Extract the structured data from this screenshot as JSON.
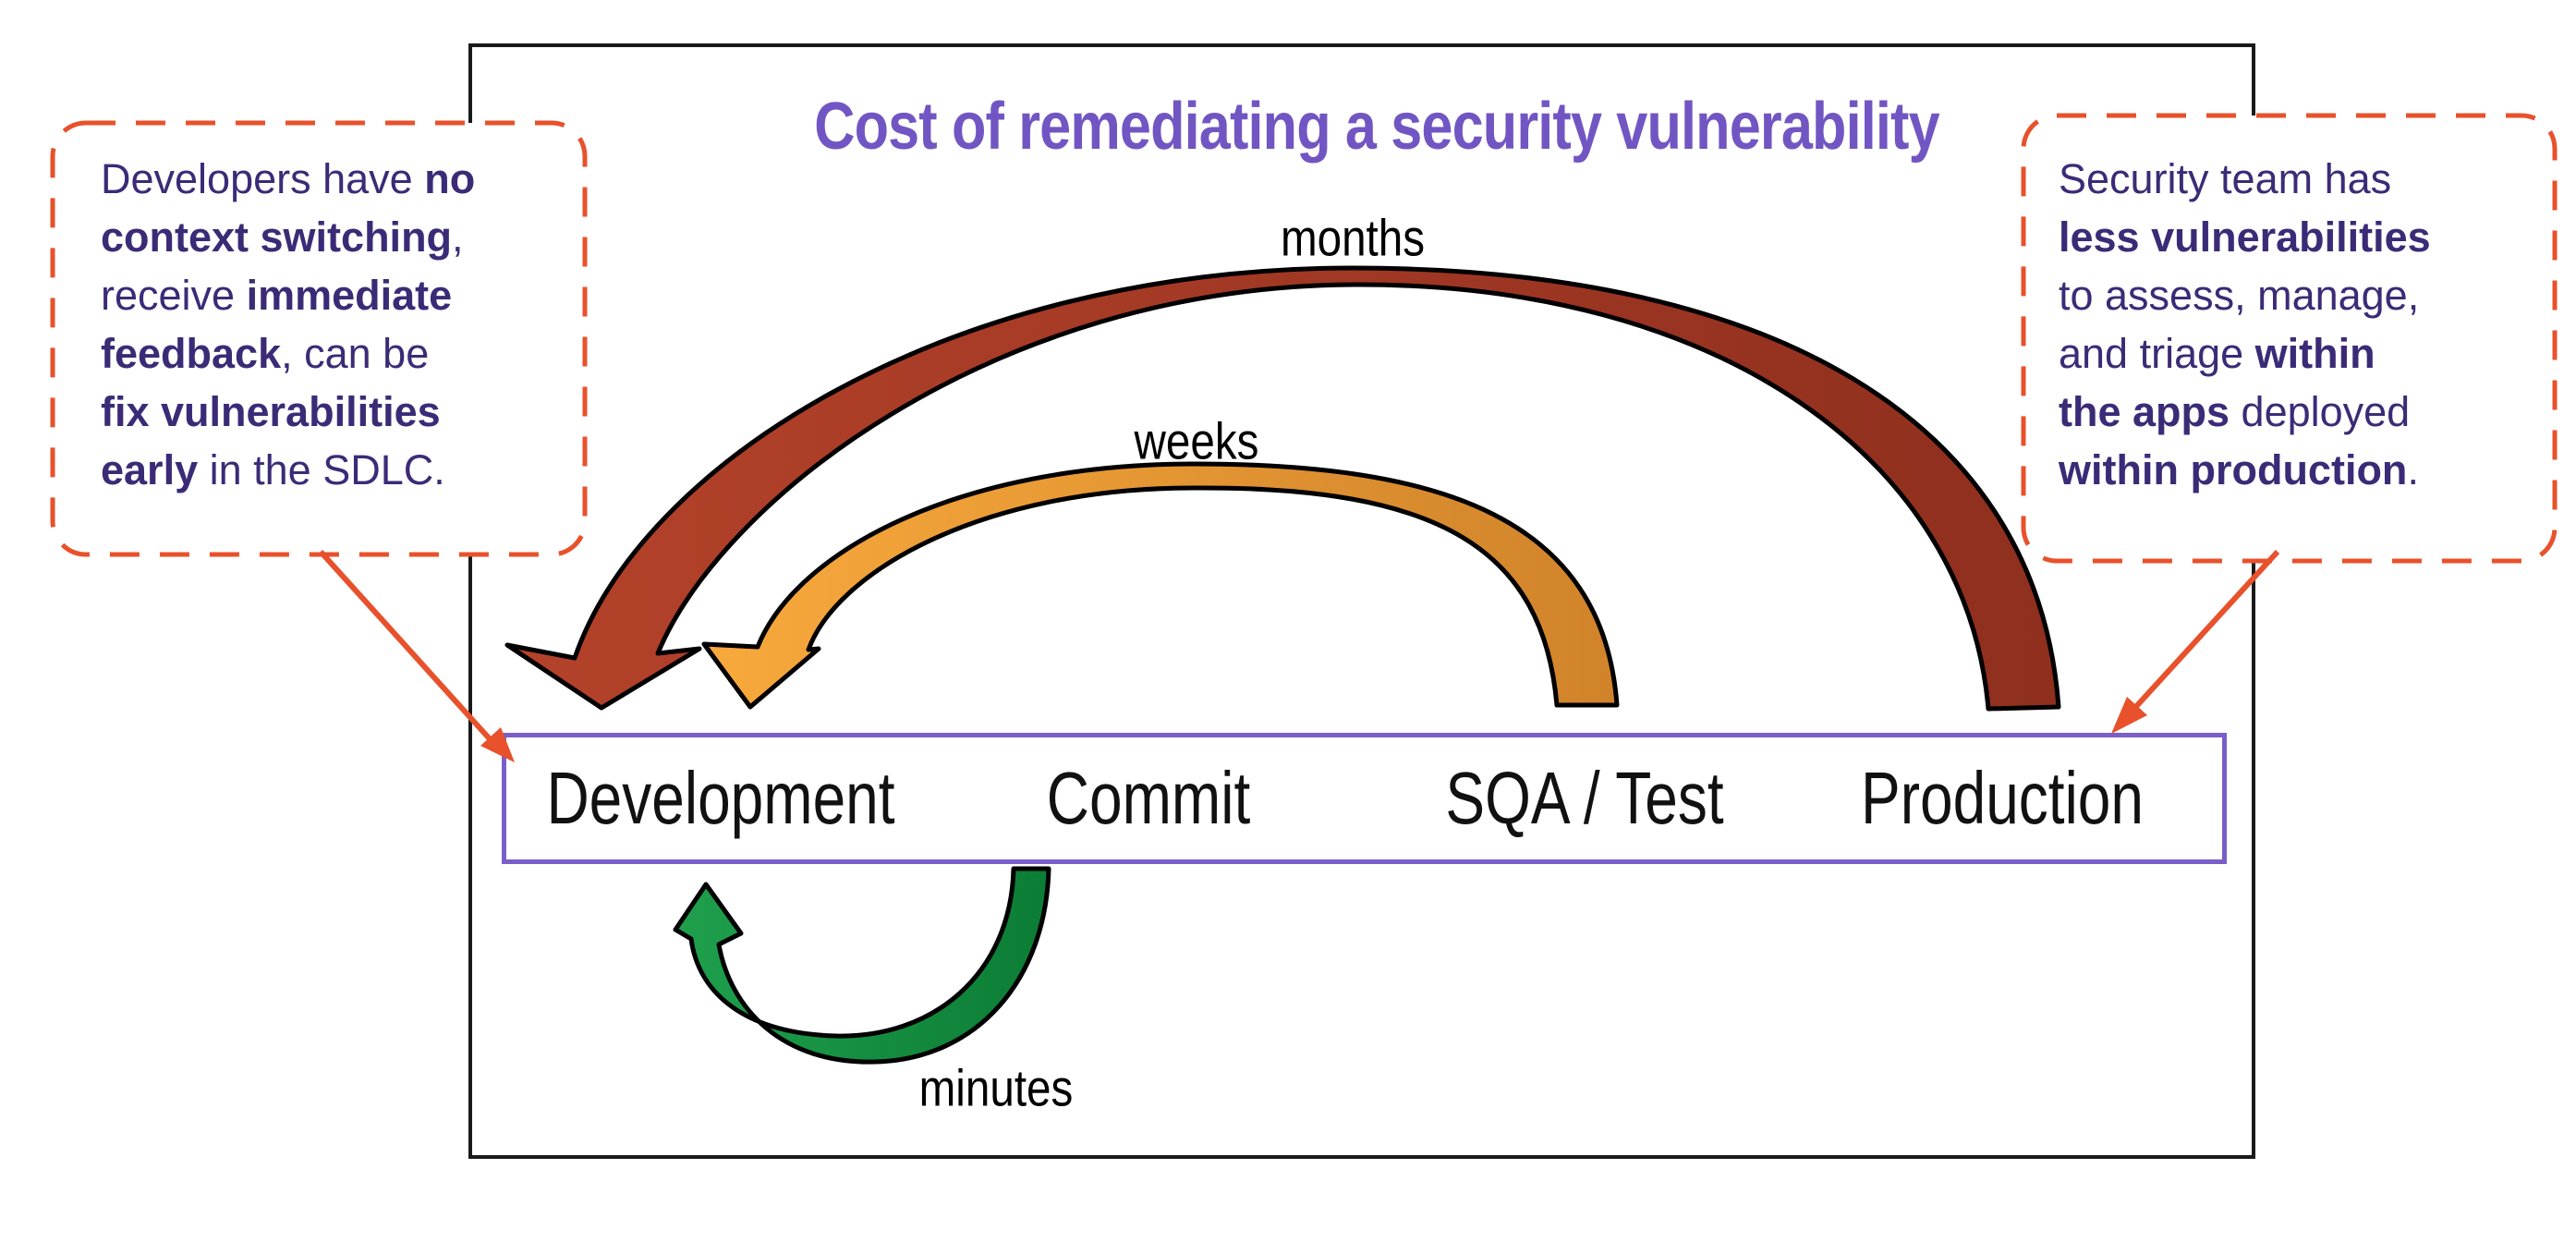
{
  "title": "Cost of remediating a security vulnerability",
  "pipeline": {
    "stages": [
      "Development",
      "Commit",
      "SQA / Test",
      "Production"
    ]
  },
  "arrows": {
    "months": {
      "label": "months",
      "color_start": "#b4422a",
      "color_end": "#8f2f1e"
    },
    "weeks": {
      "label": "weeks",
      "color_start": "#f8a93c",
      "color_end": "#d0832a"
    },
    "minutes": {
      "label": "minutes",
      "color_start": "#1fa04d",
      "color_end": "#0c7c35"
    }
  },
  "left_callout": {
    "lines": [
      [
        {
          "t": "Developers have ",
          "b": false
        },
        {
          "t": "no",
          "b": true
        }
      ],
      [
        {
          "t": "context switching",
          "b": true
        },
        {
          "t": ",",
          "b": false
        }
      ],
      [
        {
          "t": "receive ",
          "b": false
        },
        {
          "t": "immediate",
          "b": true
        }
      ],
      [
        {
          "t": "feedback",
          "b": true
        },
        {
          "t": ", can be",
          "b": false
        }
      ],
      [
        {
          "t": "fix vulnerabilities",
          "b": true
        }
      ],
      [
        {
          "t": "early",
          "b": true
        },
        {
          "t": " in the SDLC.",
          "b": false
        }
      ]
    ]
  },
  "right_callout": {
    "lines": [
      [
        {
          "t": "Security team has",
          "b": false
        }
      ],
      [
        {
          "t": "less vulnerabilities",
          "b": true
        }
      ],
      [
        {
          "t": "to assess, manage,",
          "b": false
        }
      ],
      [
        {
          "t": "and triage ",
          "b": false
        },
        {
          "t": "within",
          "b": true
        }
      ],
      [
        {
          "t": "the apps",
          "b": true
        },
        {
          "t": " deployed",
          "b": false
        }
      ],
      [
        {
          "t": "within production",
          "b": true
        },
        {
          "t": ".",
          "b": false
        }
      ]
    ]
  },
  "colors": {
    "title_purple": "#7156c3",
    "callout_text": "#3b2b77",
    "accent_orange": "#e8512b",
    "box_border_purple": "#7a5ec9",
    "frame_black": "#1a1a1a",
    "stage_text": "#111111",
    "time_label_text": "#000000",
    "arrow_outline": "#000000"
  }
}
